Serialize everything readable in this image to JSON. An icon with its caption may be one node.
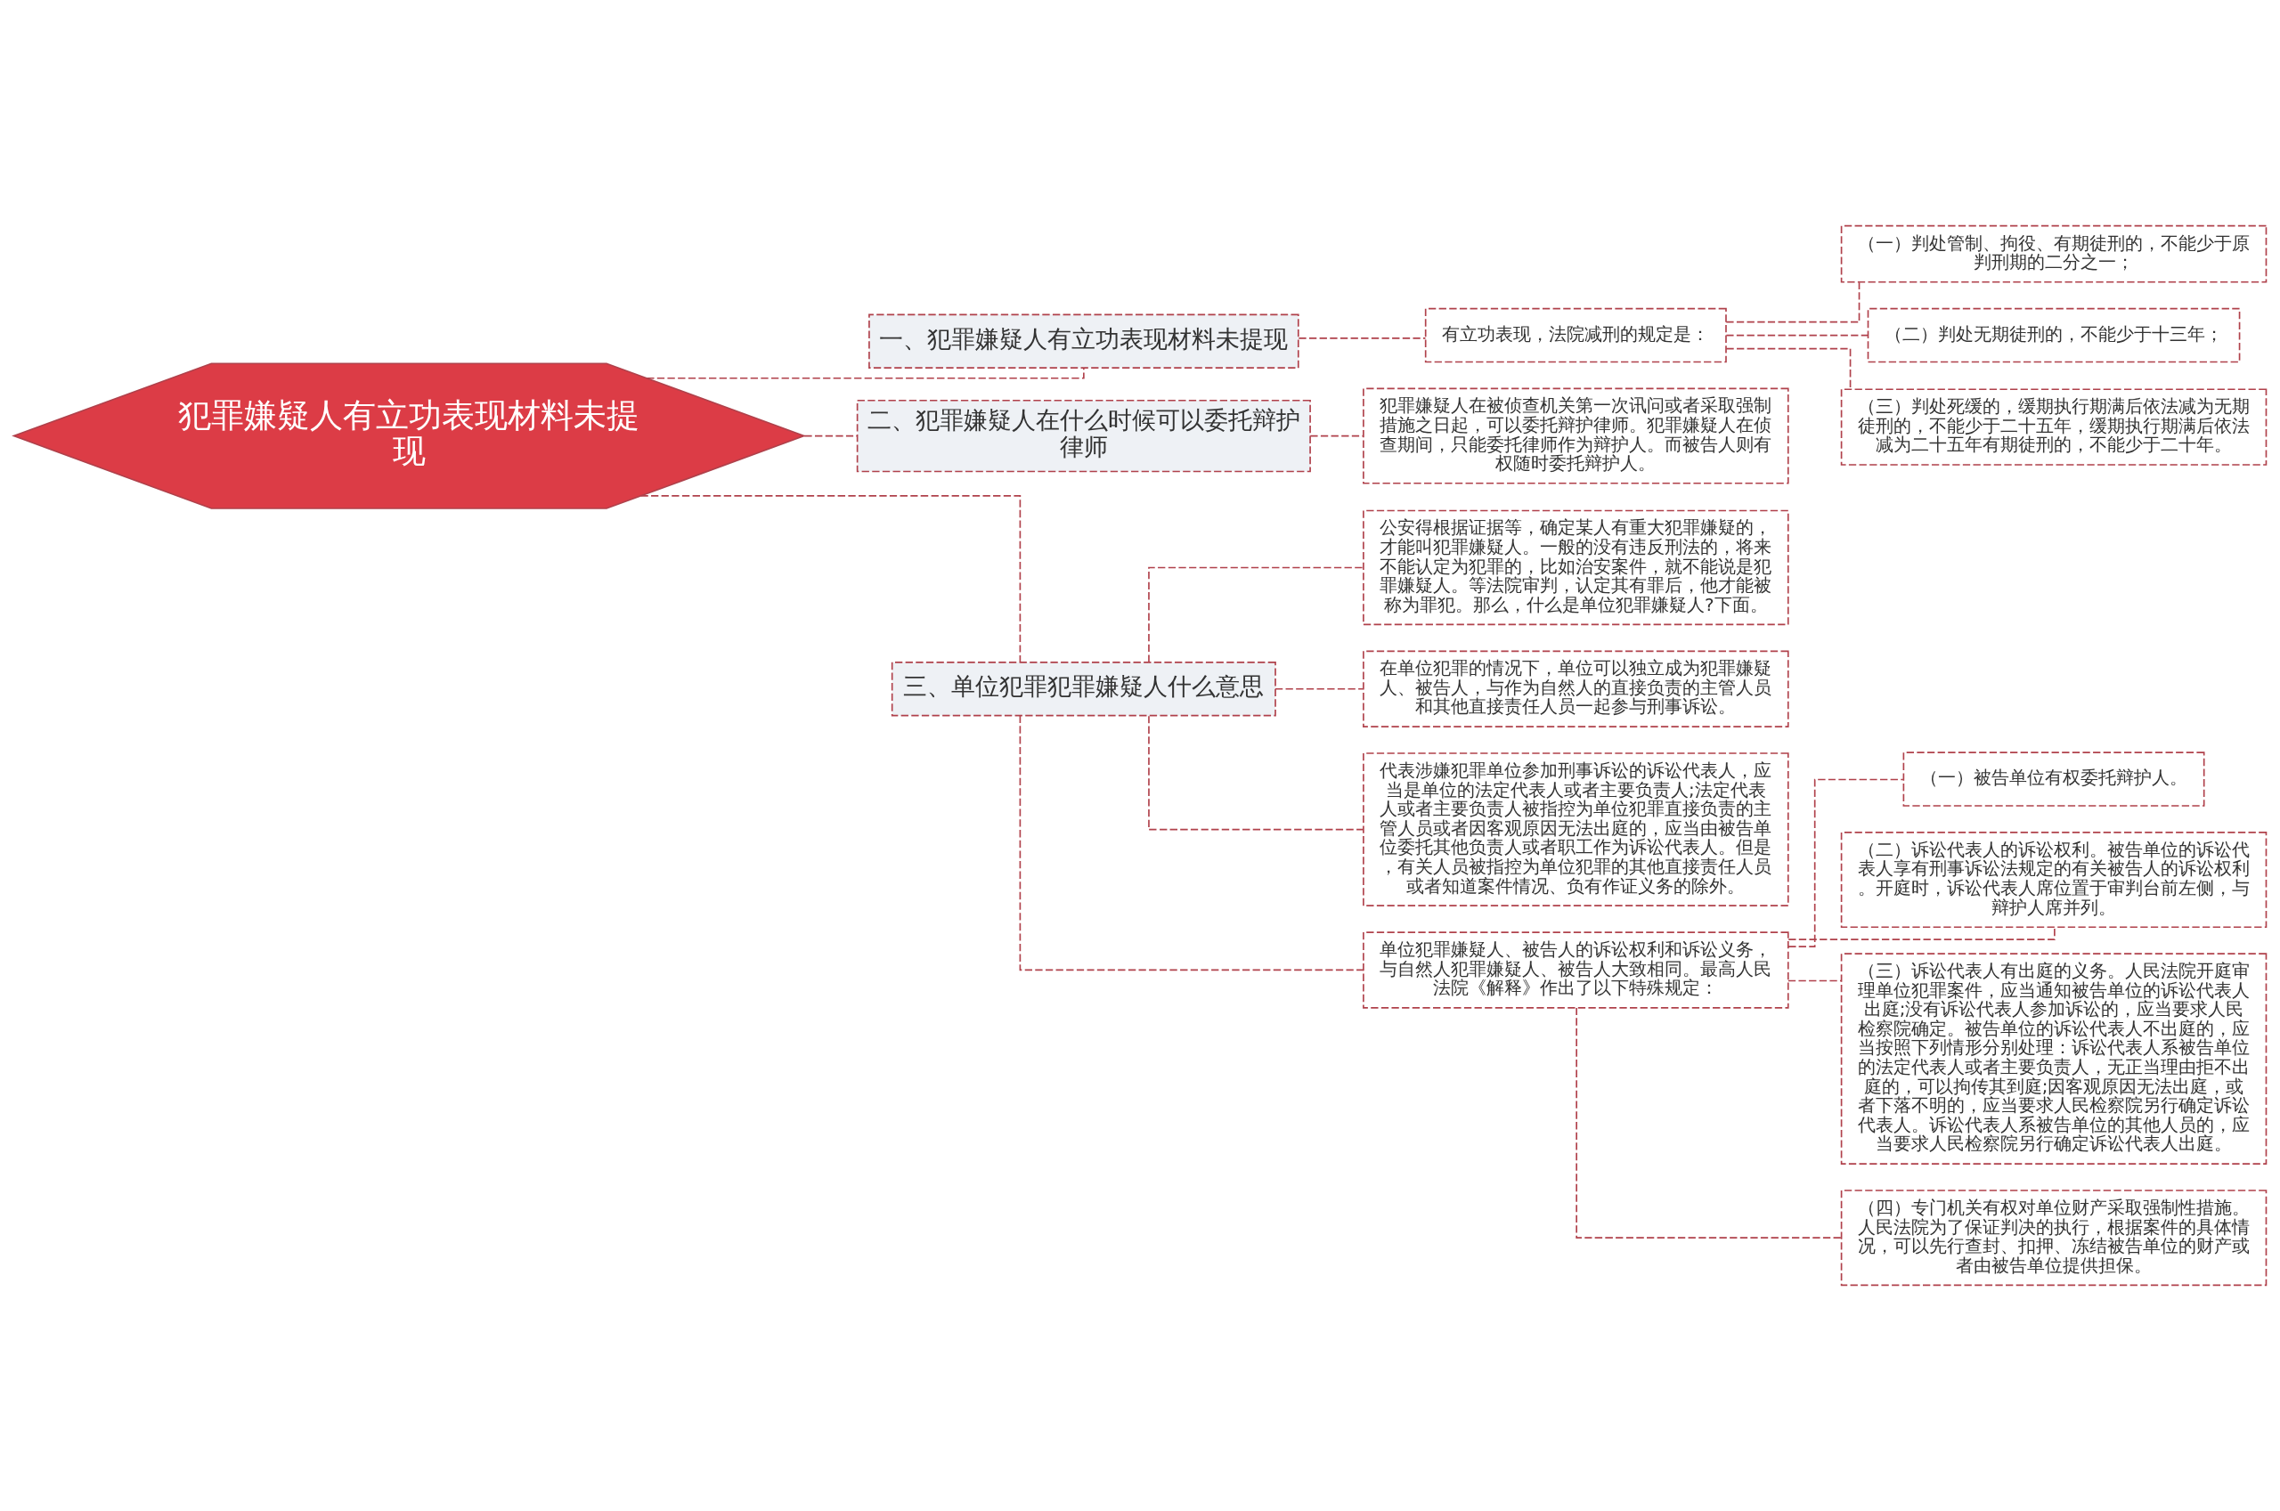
{
  "diagram": {
    "nodes": [
      {
        "text": [
          "犯罪嫌疑人有立功表现材料未提现"
        ]
      },
      {
        "text": [
          "一、犯罪嫌疑人有立功表现材料未提现"
        ]
      },
      {
        "text": [
          "有立功表现，法院减刑的规定是："
        ]
      },
      {
        "text": [
          "（一）判处管制、拘役、有期徒刑的，不能少于原判刑期的二分之一；"
        ]
      },
      {
        "text": [
          "（二）判处无期徒刑的，不能少于十三年；"
        ]
      },
      {
        "text": [
          "（三）判处死缓的，缓期执行期满后依法减为无期徒刑的，不能少于二十五年，缓期执行期满后依法减为二十五年有期徒刑的，不能少于二十年。"
        ]
      },
      {
        "text": [
          "二、犯罪嫌疑人在什么时候可以委托辩护律师"
        ]
      },
      {
        "text": [
          "犯罪嫌疑人在被侦查机关第一次讯问或者采取强制措施之日起，可以委托辩护律师。犯罪嫌疑人在侦查期间，只能委托律师作为辩护人。而被告人则有权随时委托辩护人。"
        ]
      },
      {
        "text": [
          "三、单位犯罪犯罪嫌疑人什么意思"
        ]
      },
      {
        "text": [
          "公安得根据证据等，确定某人有重大犯罪嫌疑的，才能叫犯罪嫌疑人。一般的没有违反刑法的，将来不能认定为犯罪的，比如治安案件，就不能说是犯罪嫌疑人。等法院审判，认定其有罪后，他才能被称为罪犯。那么，什么是单位犯罪嫌疑人?下面。"
        ]
      },
      {
        "text": [
          "在单位犯罪的情况下，单位可以独立成为犯罪嫌疑人、被告人，与作为自然人的直接负责的主管人员和其他直接责任人员一起参与刑事诉讼。"
        ]
      },
      {
        "text": [
          "代表涉嫌犯罪单位参加刑事诉讼的诉讼代表人，应当是单位的法定代表人或者主要负责人;法定代表人或者主要负责人被指控为单位犯罪直接负责的主管人员或者因客观原因无法出庭的，应当由被告单位委托其他负责人或者职工作为诉讼代表人。但是，有关人员被指控为单位犯罪的其他直接责任人员或者知道案件情况、负有作证义务的除外。"
        ]
      },
      {
        "text": [
          "单位犯罪嫌疑人、被告人的诉讼权利和诉讼义务，与自然人犯罪嫌疑人、被告人大致相同。最高人民法院《解释》作出了以下特殊规定："
        ]
      },
      {
        "text": [
          "（一）被告单位有权委托辩护人。"
        ]
      },
      {
        "text": [
          "（二）诉讼代表人的诉讼权利。被告单位的诉讼代表人享有刑事诉讼法规定的有关被告人的诉讼权利。开庭时，诉讼代表人席位置于审判台前左侧，与辩护人席并列。"
        ]
      },
      {
        "text": [
          "（三）诉讼代表人有出庭的义务。人民法院开庭审理单位犯罪案件，应当通知被告单位的诉讼代表人出庭;没有诉讼代表人参加诉讼的，应当要求人民检察院确定。被告单位的诉讼代表人不出庭的，应当按照下列情形分别处理：诉讼代表人系被告单位的法定代表人或者主要负责人，无正当理由拒不出庭的，可以拘传其到庭;因客观原因无法出庭，或者下落不明的，应当要求人民检察院另行确定诉讼代表人。诉讼代表人系被告单位的其他人员的，应当要求人民检察院另行确定诉讼代表人出庭。"
        ]
      },
      {
        "text": [
          "（四）专门机关有权对单位财产采取强制性措施。人民法院为了保证判决的执行，根据案件的具体情况，可以先行查封、扣押、冻结被告单位的财产或者由被告单位提供担保。"
        ]
      }
    ],
    "edges": [
      {
        "from": 0,
        "to": 1,
        "arrow": "none"
      },
      {
        "from": 1,
        "to": 2,
        "arrow": "none"
      },
      {
        "from": 2,
        "to": 3,
        "arrow": "none"
      },
      {
        "from": 2,
        "to": 4,
        "arrow": "none"
      },
      {
        "from": 2,
        "to": 5,
        "arrow": "none"
      },
      {
        "from": 0,
        "to": 6,
        "arrow": "none"
      },
      {
        "from": 6,
        "to": 7,
        "arrow": "none"
      },
      {
        "from": 0,
        "to": 8,
        "arrow": "none"
      },
      {
        "from": 8,
        "to": 9,
        "arrow": "none"
      },
      {
        "from": 8,
        "to": 10,
        "arrow": "none"
      },
      {
        "from": 8,
        "to": 11,
        "arrow": "none"
      },
      {
        "from": 8,
        "to": 12,
        "arrow": "none"
      },
      {
        "from": 12,
        "to": 13,
        "arrow": "none"
      },
      {
        "from": 12,
        "to": 14,
        "arrow": "none"
      },
      {
        "from": 12,
        "to": 15,
        "arrow": "none"
      },
      {
        "from": 12,
        "to": 16,
        "arrow": "none"
      }
    ]
  }
}
